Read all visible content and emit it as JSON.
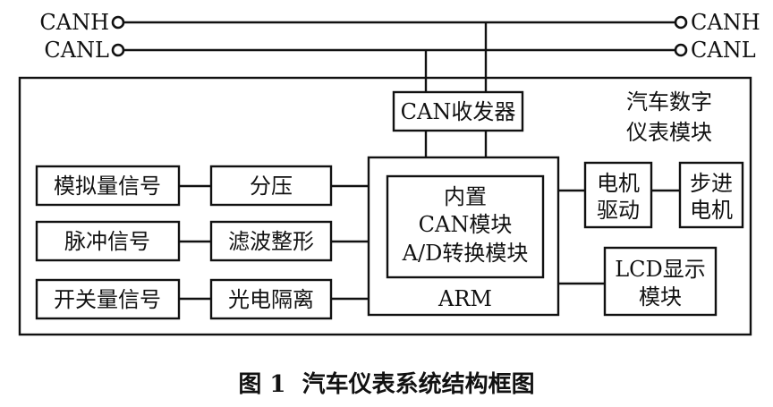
{
  "bus": {
    "canh_left": "CANH",
    "canl_left": "CANL",
    "canh_right": "CANH",
    "canl_right": "CANL"
  },
  "module_title": [
    "汽车数字",
    "仪表模块"
  ],
  "transceiver": "CAN收发器",
  "inputs": [
    {
      "source": "模拟量信号",
      "conditioner": "分压"
    },
    {
      "source": "脉冲信号",
      "conditioner": "滤波整形"
    },
    {
      "source": "开关量信号",
      "conditioner": "光电隔离"
    }
  ],
  "arm": {
    "inner_lines": [
      "内置",
      "CAN模块",
      "A/D转换模块"
    ],
    "label": "ARM"
  },
  "motor_driver": [
    "电机",
    "驱动"
  ],
  "stepper_motor": [
    "步进",
    "电机"
  ],
  "lcd": [
    "LCD显示",
    "模块"
  ],
  "caption": "图 1  汽车仪表系统结构框图"
}
